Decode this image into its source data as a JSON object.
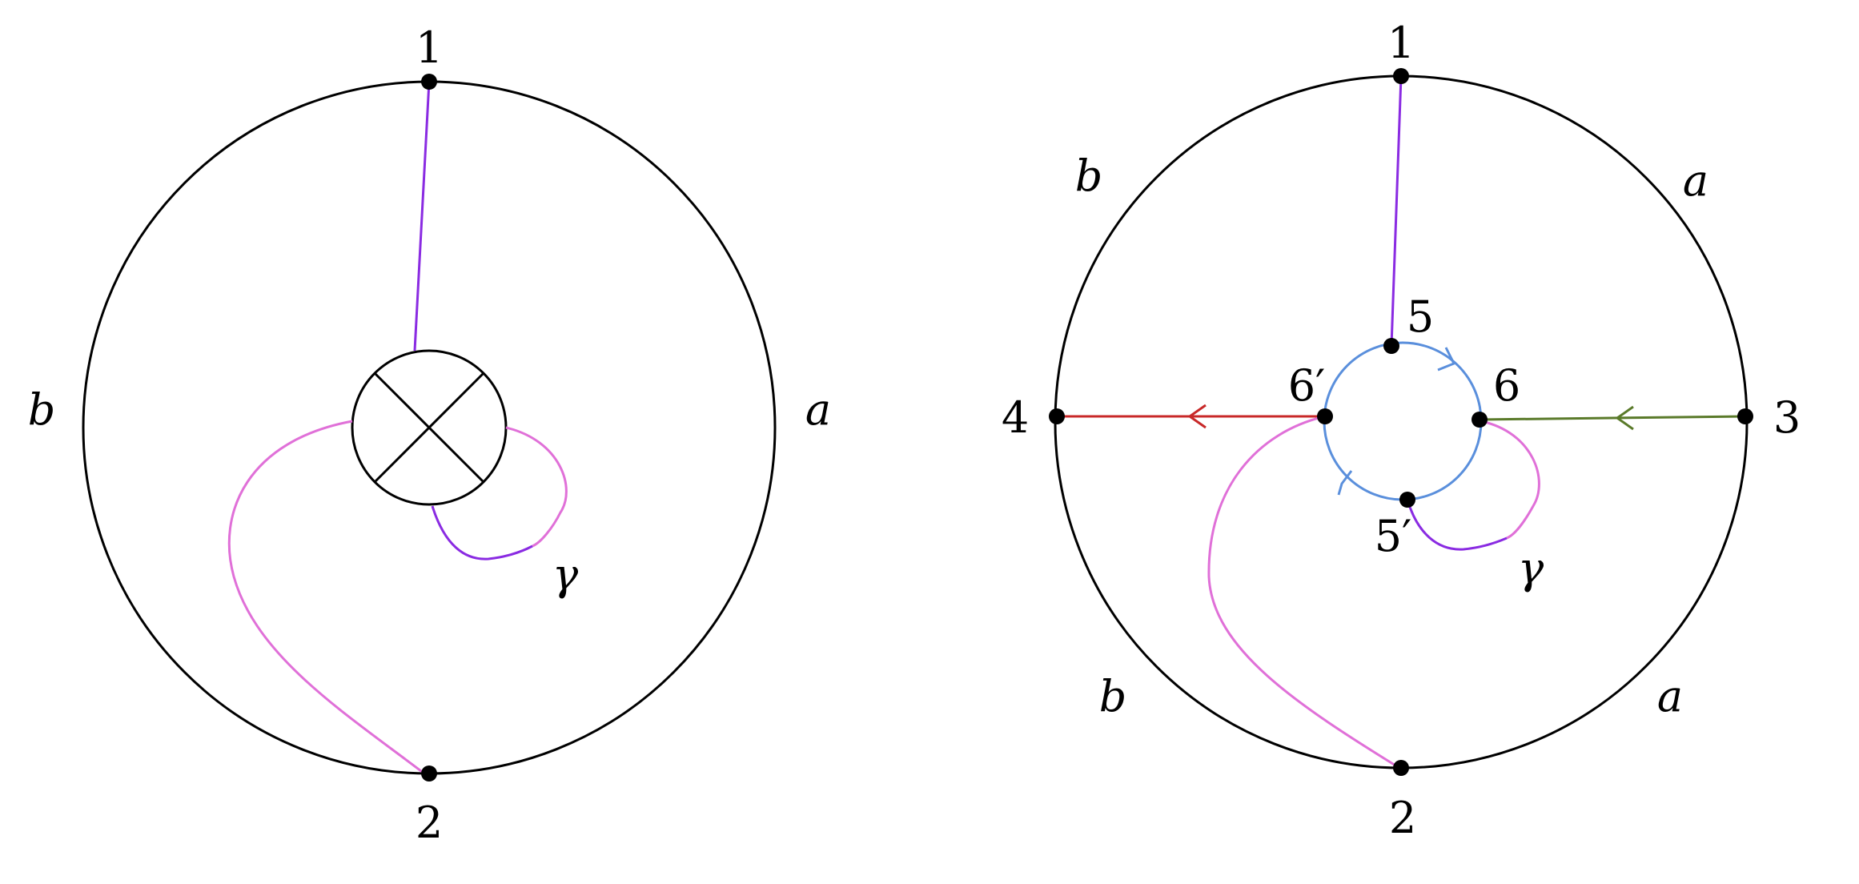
{
  "left_diagram": {
    "labels": {
      "top_vertex": "1",
      "bottom_vertex": "2",
      "left_side": "b",
      "right_side": "a",
      "curve": "γ"
    }
  },
  "right_diagram": {
    "labels": {
      "top_vertex": "1",
      "bottom_vertex": "2",
      "right_vertex": "3",
      "left_vertex": "4",
      "inner_top": "5",
      "inner_bottom": "5′",
      "inner_right": "6",
      "inner_left": "6′",
      "upper_left_side": "b",
      "upper_right_side": "a",
      "lower_left_side": "b",
      "lower_right_side": "a",
      "curve": "γ"
    }
  },
  "colors": {
    "outline": "#000000",
    "purple_arc": "#8a2be2",
    "pink_arc": "#e070d8",
    "blue_circle": "#5a8fdc",
    "red_edge": "#c82828",
    "green_edge": "#5a7a2a"
  }
}
